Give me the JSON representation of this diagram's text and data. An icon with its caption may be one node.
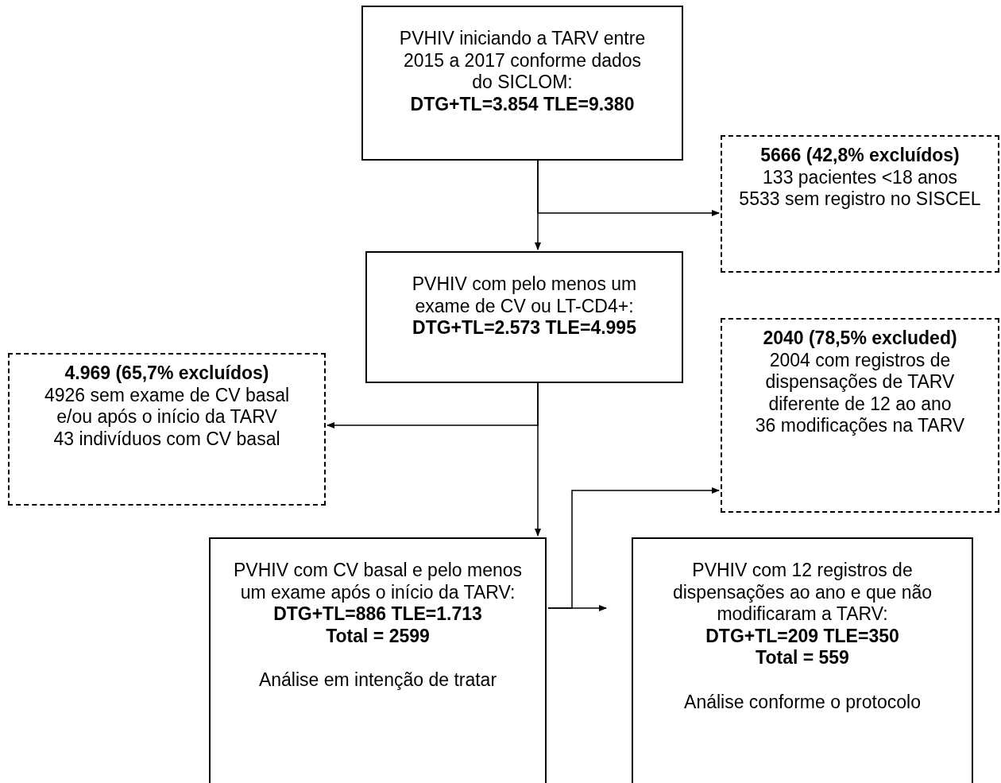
{
  "diagram": {
    "nodes": [
      {
        "text": [
          "PVHIV iniciando a TARV entre 2015 a 2017 conforme dados do SICLOM:",
          "DTG+TL=3.854 TLE=9.380"
        ]
      },
      {
        "text": [
          "5666 (42,8% excluídos)",
          "133 pacientes <18 anos",
          "5533 sem registro no SISCEL"
        ]
      },
      {
        "text": [
          "PVHIV com pelo menos um exame de CV ou LT-CD4+:",
          "DTG+TL=2.573 TLE=4.995"
        ]
      },
      {
        "text": [
          "4.969 (65,7% excluídos)",
          "4926 sem exame de CV basal e/ou após o início da TARV",
          "43 indivíduos com CV basal"
        ]
      },
      {
        "text": [
          "2040 (78,5% excluded)",
          "2004 com registros de dispensações de TARV diferente de 12 ao ano",
          "36 modificações na TARV"
        ]
      },
      {
        "text": [
          "PVHIV com CV basal e pelo menos um exame após o início da TARV:",
          "DTG+TL=886 TLE=1.713",
          "Total = 2599",
          "Análise em intenção de tratar"
        ]
      },
      {
        "text": [
          "PVHIV com 12 registros de dispensações ao ano e que não modificaram a TARV:",
          "DTG+TL=209 TLE=350",
          "Total = 559",
          "Análise conforme o protocolo"
        ]
      }
    ],
    "edges": [
      {
        "from": 0,
        "to": 2,
        "arrow": "to"
      },
      {
        "from": 0,
        "to": 1,
        "arrow": "to"
      },
      {
        "from": 2,
        "to": 5,
        "arrow": "to"
      },
      {
        "from": 2,
        "to": 3,
        "arrow": "to"
      },
      {
        "from": 5,
        "to": 6,
        "arrow": "to"
      },
      {
        "from": 5,
        "to": 4,
        "arrow": "to"
      }
    ]
  }
}
